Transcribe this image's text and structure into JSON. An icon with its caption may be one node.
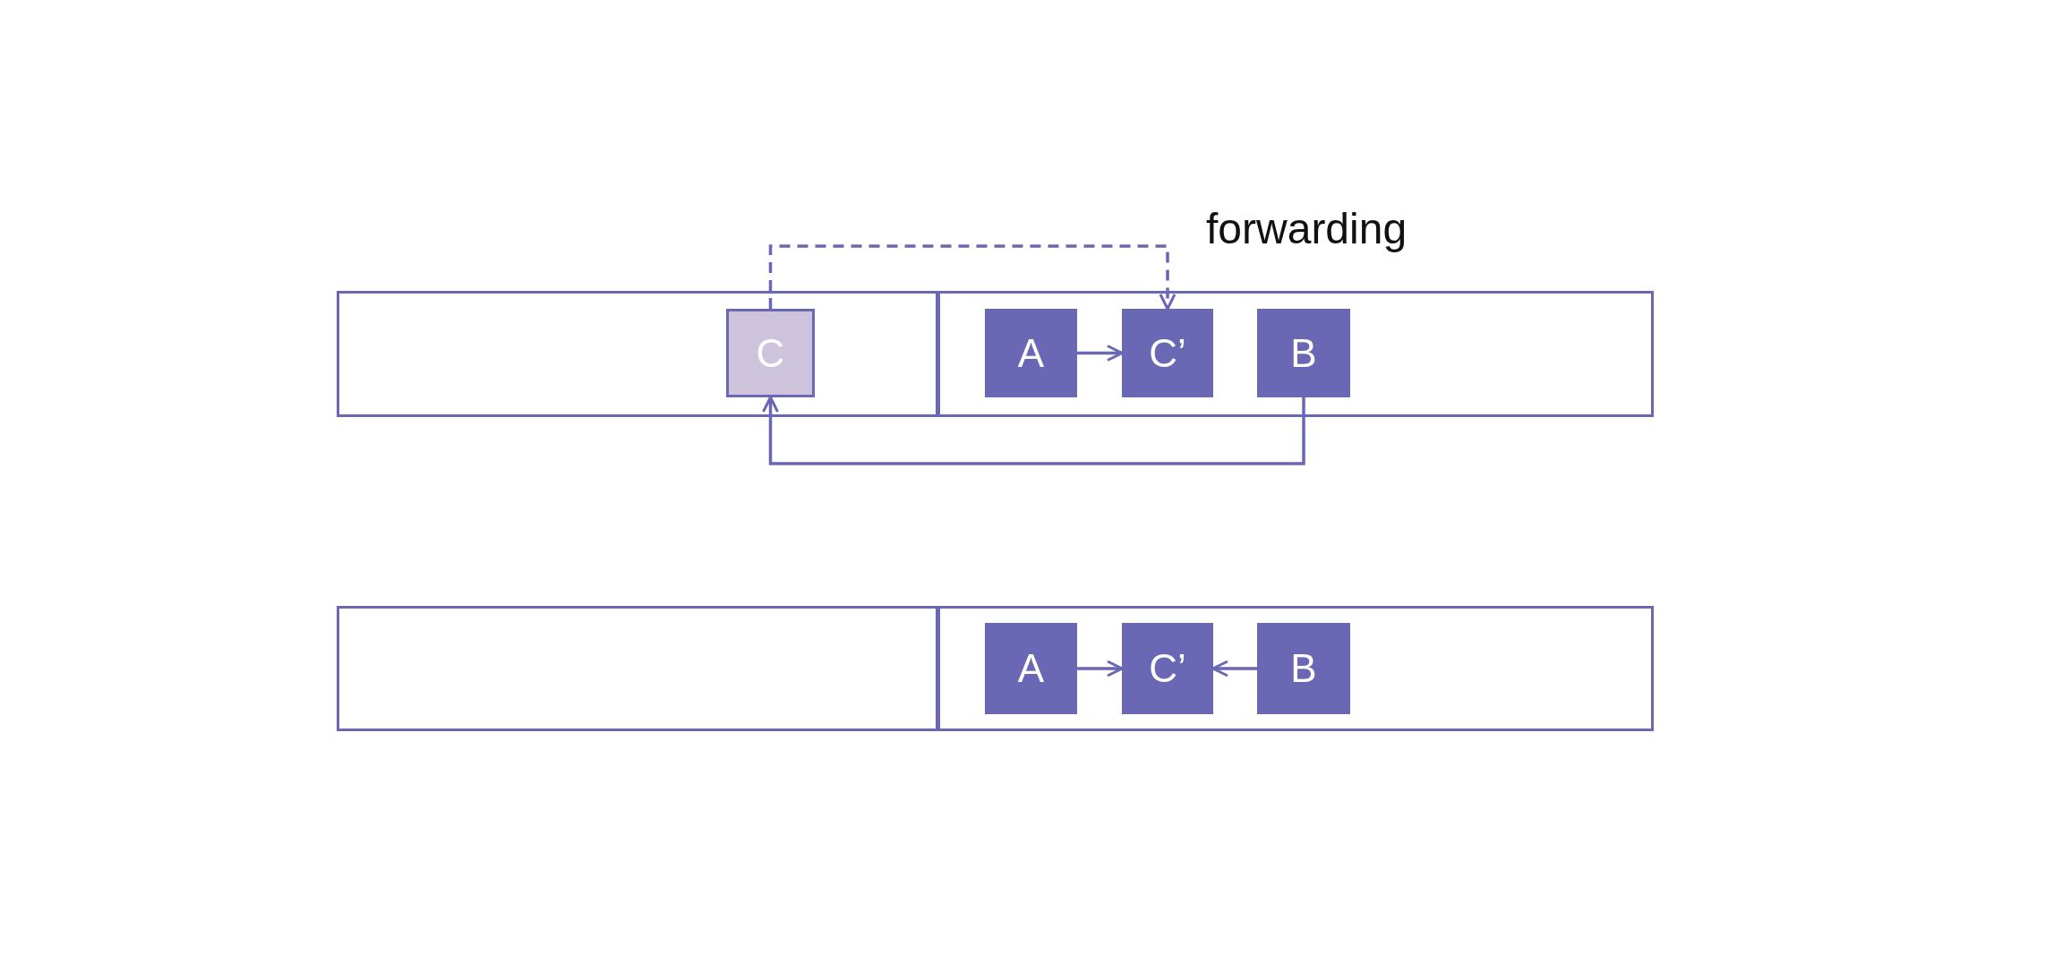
{
  "diagram": {
    "nodes": [
      {
        "text": [],
        "shape": "box"
      },
      {
        "text": [],
        "shape": "box"
      },
      {
        "text": [
          "C"
        ],
        "in": 0
      },
      {
        "text": [
          "A"
        ],
        "in": 1
      },
      {
        "text": [
          "C’"
        ],
        "in": 1
      },
      {
        "text": [
          "B"
        ],
        "in": 1
      },
      {
        "text": [],
        "shape": "box"
      },
      {
        "text": [],
        "shape": "box"
      },
      {
        "text": [
          "A"
        ],
        "in": 7
      },
      {
        "text": [
          "C’"
        ],
        "in": 7
      },
      {
        "text": [
          "B"
        ],
        "in": 7
      }
    ],
    "edges": [
      {
        "from": 2,
        "to": 4,
        "arrow": "to",
        "label": "forwarding",
        "style": "dashed"
      },
      {
        "from": 5,
        "to": 2,
        "arrow": "to"
      },
      {
        "from": 3,
        "to": 4,
        "arrow": "to"
      },
      {
        "from": 8,
        "to": 9,
        "arrow": "to"
      },
      {
        "from": 10,
        "to": 9,
        "arrow": "to"
      }
    ]
  }
}
